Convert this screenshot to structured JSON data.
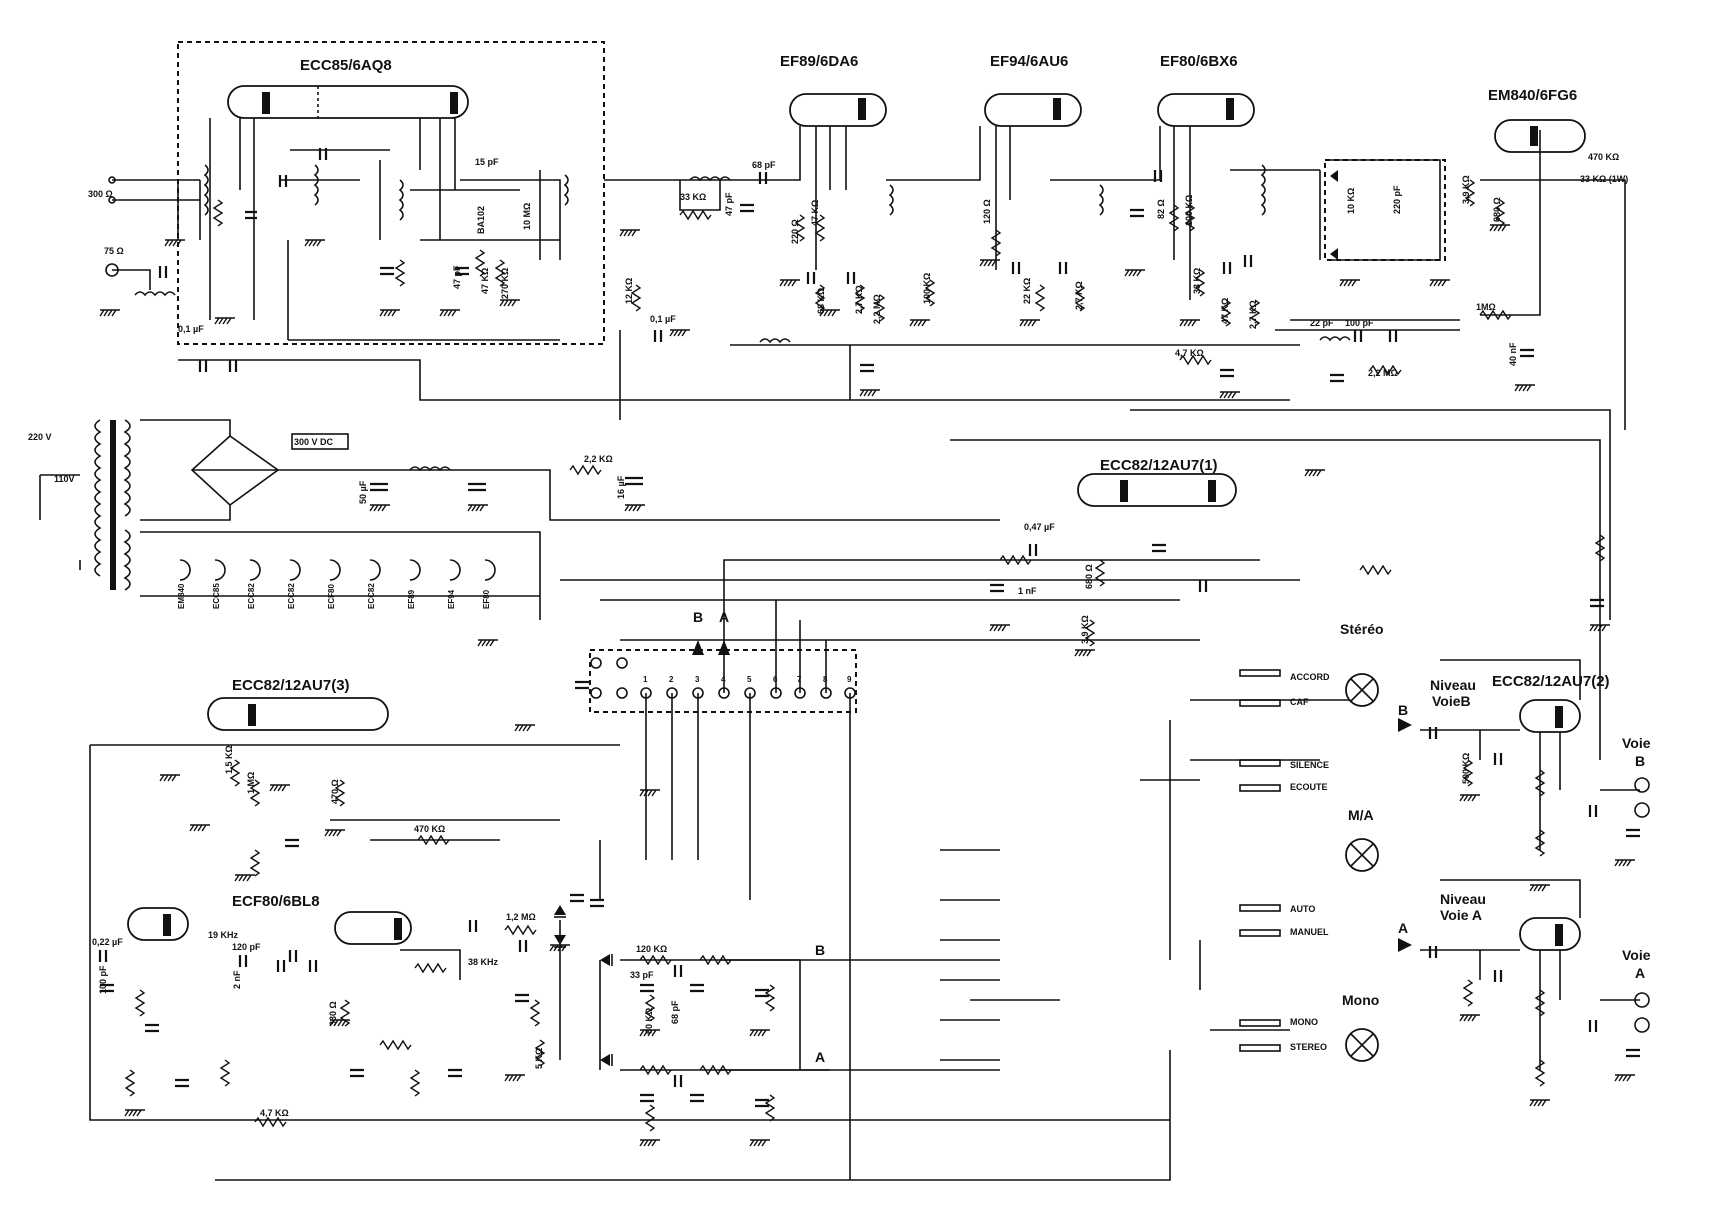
{
  "tubes": [
    {
      "id": "v1",
      "label": "ECC85/6AQ8"
    },
    {
      "id": "v2",
      "label": "EF89/6DA6"
    },
    {
      "id": "v3",
      "label": "EF94/6AU6"
    },
    {
      "id": "v4",
      "label": "EF80/6BX6"
    },
    {
      "id": "v5",
      "label": "EM840/6FG6"
    },
    {
      "id": "v6",
      "label": "ECC82/12AU7(1)"
    },
    {
      "id": "v7",
      "label": "ECC82/12AU7(3)"
    },
    {
      "id": "v8",
      "label": "ECC82/12AU7(2)"
    },
    {
      "id": "v9",
      "label": "ECF80/6BL8"
    }
  ],
  "components": [
    {
      "id": "c1",
      "label": "300 Ω"
    },
    {
      "id": "c2",
      "label": "75 Ω"
    },
    {
      "id": "c3",
      "label": "15 pF"
    },
    {
      "id": "c4",
      "label": "BA102"
    },
    {
      "id": "c5",
      "label": "10 MΩ"
    },
    {
      "id": "c6",
      "label": "47 pF"
    },
    {
      "id": "c7",
      "label": "47 KΩ"
    },
    {
      "id": "c8",
      "label": "270 KΩ"
    },
    {
      "id": "c9",
      "label": "12 KΩ"
    },
    {
      "id": "c10",
      "label": "0,1 µF"
    },
    {
      "id": "c11",
      "label": "33 KΩ"
    },
    {
      "id": "c12",
      "label": "68 pF"
    },
    {
      "id": "c13",
      "label": "47 pF"
    },
    {
      "id": "c14",
      "label": "220 Ω"
    },
    {
      "id": "c15",
      "label": "47 KΩ"
    },
    {
      "id": "c16",
      "label": "68 KΩ"
    },
    {
      "id": "c17",
      "label": "2,7 KΩ"
    },
    {
      "id": "c18",
      "label": "2,2 MΩ"
    },
    {
      "id": "c19",
      "label": "100 KΩ"
    },
    {
      "id": "c20",
      "label": "120 Ω"
    },
    {
      "id": "c21",
      "label": "22 KΩ"
    },
    {
      "id": "c22",
      "label": "2,7 KΩ"
    },
    {
      "id": "c23",
      "label": "82 Ω"
    },
    {
      "id": "c24",
      "label": "100 KΩ"
    },
    {
      "id": "c25",
      "label": "33 KΩ"
    },
    {
      "id": "c26",
      "label": "47 KΩ"
    },
    {
      "id": "c27",
      "label": "2,7 KΩ"
    },
    {
      "id": "c28",
      "label": "4,7 KΩ"
    },
    {
      "id": "c29",
      "label": "10 KΩ"
    },
    {
      "id": "c30",
      "label": "220 pF"
    },
    {
      "id": "c31",
      "label": "22 pF"
    },
    {
      "id": "c32",
      "label": "100 pF"
    },
    {
      "id": "c33",
      "label": "2,2 MΩ"
    },
    {
      "id": "c34",
      "label": "1MΩ"
    },
    {
      "id": "c35",
      "label": "3,9 KΩ"
    },
    {
      "id": "c36",
      "label": "680 Ω"
    },
    {
      "id": "c37",
      "label": "470 KΩ"
    },
    {
      "id": "c38",
      "label": "33 KΩ (1W)"
    },
    {
      "id": "c39",
      "label": "40 nF"
    },
    {
      "id": "c40",
      "label": "220 V"
    },
    {
      "id": "c41",
      "label": "110V"
    },
    {
      "id": "c42",
      "label": "300 V DC"
    },
    {
      "id": "c43",
      "label": "50 µF"
    },
    {
      "id": "c44",
      "label": "2,2 KΩ"
    },
    {
      "id": "c45",
      "label": "16 µF"
    },
    {
      "id": "c46",
      "label": "0,47 µF"
    },
    {
      "id": "c47",
      "label": "1 nF"
    },
    {
      "id": "c48",
      "label": "680 Ω"
    },
    {
      "id": "c49",
      "label": "3,9 KΩ"
    },
    {
      "id": "c50",
      "label": "1,5 KΩ"
    },
    {
      "id": "c51",
      "label": "1 MΩ"
    },
    {
      "id": "c52",
      "label": "470 Ω"
    },
    {
      "id": "c53",
      "label": "470 KΩ"
    },
    {
      "id": "c54",
      "label": "0,22 µF"
    },
    {
      "id": "c55",
      "label": "500 KΩ"
    },
    {
      "id": "c56",
      "label": "19 KHz"
    },
    {
      "id": "c57",
      "label": "120 pF"
    },
    {
      "id": "c58",
      "label": "2 nF"
    },
    {
      "id": "c59",
      "label": "330 Ω"
    },
    {
      "id": "c60",
      "label": "38 KHz"
    },
    {
      "id": "c61",
      "label": "1,2 MΩ"
    },
    {
      "id": "c62",
      "label": "120 KΩ"
    },
    {
      "id": "c63",
      "label": "33 pF"
    },
    {
      "id": "c64",
      "label": "60 KΩ"
    },
    {
      "id": "c65",
      "label": "68 pF"
    },
    {
      "id": "c66",
      "label": "5 KΩ"
    },
    {
      "id": "c67",
      "label": "4,7 KΩ"
    },
    {
      "id": "c68",
      "label": "100 pF"
    },
    {
      "id": "c69",
      "label": "0,1 µF"
    }
  ],
  "connector_pins": [
    "1",
    "2",
    "3",
    "4",
    "5",
    "6",
    "7",
    "8",
    "9"
  ],
  "outputs": [
    {
      "id": "outA",
      "label": "A"
    },
    {
      "id": "outB",
      "label": "B"
    }
  ],
  "switch_labels": [
    {
      "id": "s1",
      "label": "ACCORD"
    },
    {
      "id": "s2",
      "label": "CAF"
    },
    {
      "id": "s3",
      "label": "SILENCE"
    },
    {
      "id": "s4",
      "label": "ECOUTE"
    },
    {
      "id": "s5",
      "label": "AUTO"
    },
    {
      "id": "s6",
      "label": "MANUEL"
    },
    {
      "id": "s7",
      "label": "MONO"
    },
    {
      "id": "s8",
      "label": "STEREO"
    }
  ],
  "indicators": [
    {
      "id": "l1",
      "label": "Stéréo"
    },
    {
      "id": "l2",
      "label": "M/A"
    },
    {
      "id": "l3",
      "label": "Mono"
    }
  ],
  "levels": [
    {
      "id": "n1",
      "line1": "Niveau",
      "line2": "VoieB"
    },
    {
      "id": "n2",
      "line1": "Niveau",
      "line2": "Voie A"
    }
  ],
  "voies": [
    {
      "id": "vb",
      "line1": "Voie",
      "line2": "B"
    },
    {
      "id": "va",
      "line1": "Voie",
      "line2": "A"
    }
  ],
  "heater_tubes": [
    "EM840",
    "ECC85",
    "ECC82",
    "ECC82",
    "ECF80",
    "ECC82",
    "EF89",
    "EF94",
    "EF80"
  ]
}
